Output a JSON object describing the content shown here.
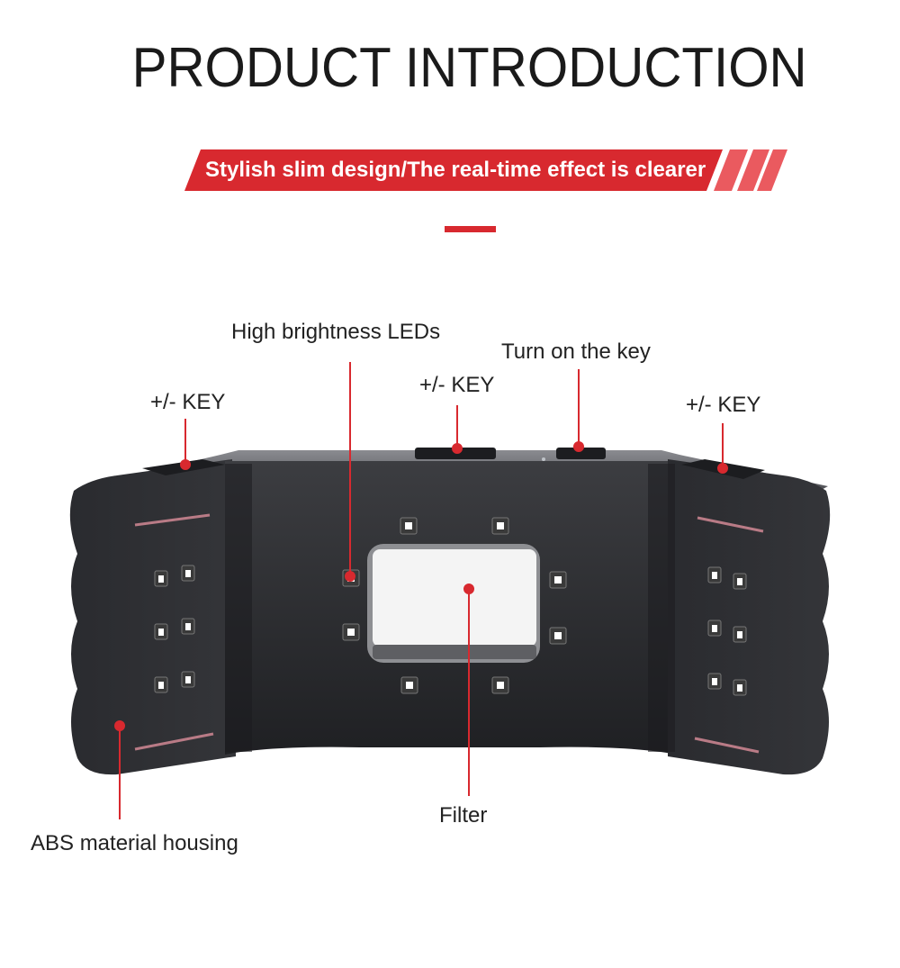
{
  "header": {
    "title": "PRODUCT INTRODUCTION",
    "banner_text": "Stylish slim design/The real-time effect is clearer"
  },
  "callouts": {
    "high_brightness_leds": "High brightness LEDs",
    "turn_on_key": "Turn on the key",
    "key_left": "+/- KEY",
    "key_center": "+/- KEY",
    "key_right": "+/- KEY",
    "filter": "Filter",
    "housing": "ABS material housing"
  },
  "colors": {
    "accent_red": "#d8292f",
    "housing_dark": "#2a2b2e",
    "filter_light": "#f4f4f4"
  }
}
